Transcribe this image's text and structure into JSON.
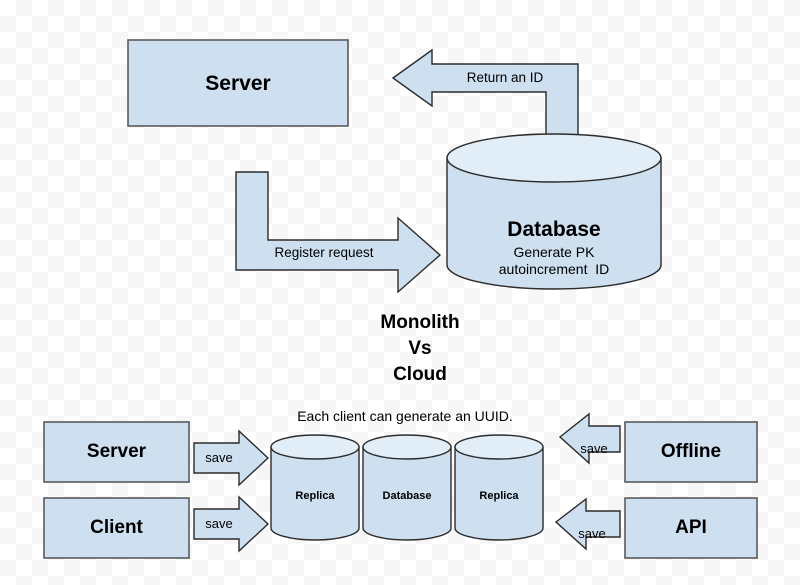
{
  "diagram": {
    "title": "Monolith Vs Cloud",
    "colors": {
      "shape_fill": "#cedff0",
      "cylinder_top_fill": "#e2eef7",
      "stroke": "#2b2b2b",
      "text": "#000000",
      "background": "#ffffff"
    },
    "center_label": {
      "line1": "Monolith",
      "line2": "Vs",
      "line3": "Cloud"
    },
    "monolith": {
      "server_box": {
        "label": "Server"
      },
      "database": {
        "title": "Database",
        "sub_line1": "Generate PK",
        "sub_line2": "autoincrement  ID"
      },
      "arrows": [
        {
          "name": "return-an-id",
          "label": "Return an ID",
          "direction": "left"
        },
        {
          "name": "register-request",
          "label": "Register request",
          "direction": "right"
        }
      ]
    },
    "cloud": {
      "caption": "Each client can generate an UUID.",
      "left_boxes": [
        {
          "label": "Server"
        },
        {
          "label": "Client"
        }
      ],
      "right_boxes": [
        {
          "label": "Offline"
        },
        {
          "label": "API"
        }
      ],
      "cylinders": [
        {
          "label": "Replica"
        },
        {
          "label": "Database"
        },
        {
          "label": "Replica"
        }
      ],
      "arrows": [
        {
          "name": "save-server",
          "label": "save",
          "direction": "right"
        },
        {
          "name": "save-client",
          "label": "save",
          "direction": "right"
        },
        {
          "name": "save-offline",
          "label": "save",
          "direction": "left"
        },
        {
          "name": "save-api",
          "label": "save",
          "direction": "left"
        }
      ]
    }
  }
}
